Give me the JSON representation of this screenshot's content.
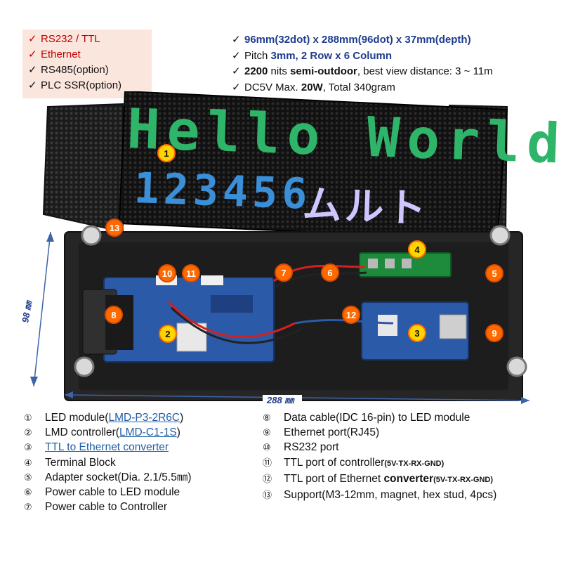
{
  "features": [
    {
      "text": "RS232 / TTL",
      "color": "#c00000"
    },
    {
      "text": "Ethernet",
      "color": "#c00000"
    },
    {
      "text": "RS485(option)",
      "color": "#111111"
    },
    {
      "text": "PLC SSR(option)",
      "color": "#111111"
    }
  ],
  "check_mark": "✓",
  "specs": {
    "line1": "96mm(32dot) x 288mm(96dot) x 37mm(depth)",
    "line2_a": "Pitch ",
    "line2_b": "3mm, 2",
    "line2_c": " Row x 6 Column",
    "line3_a": "2200",
    "line3_b": " nits ",
    "line3_c": "semi-outdoor",
    "line3_d": ", best view distance: 3 ~ 11m",
    "line4_a": "DC5V Max. ",
    "line4_b": "20W",
    "line4_c": ", Total 340gram"
  },
  "display": {
    "text_top": "Hello World",
    "text_bottom": "123456",
    "text_bottom_right": "ムルト"
  },
  "dimensions": {
    "height_label": "98 ㎜",
    "width_label": "288 ㎜"
  },
  "callouts": [
    "1",
    "2",
    "3",
    "4",
    "5",
    "6",
    "7",
    "8",
    "9",
    "10",
    "11",
    "12",
    "13"
  ],
  "legend_left": [
    {
      "num": "①",
      "text": "LED module(",
      "link": "LMD-P3-2R6C",
      "tail": ")"
    },
    {
      "num": "②",
      "text": "LMD controller(",
      "link": "LMD-C1-1S",
      "tail": ")"
    },
    {
      "num": "③",
      "text": "",
      "link": "TTL to Ethernet converter",
      "tail": ""
    },
    {
      "num": "④",
      "text": "Terminal Block",
      "link": "",
      "tail": ""
    },
    {
      "num": "⑤",
      "text": "Adapter socket(Dia. 2.1/5.5㎜)",
      "link": "",
      "tail": ""
    },
    {
      "num": "⑥",
      "text": "Power cable to LED module",
      "link": "",
      "tail": ""
    },
    {
      "num": "⑦",
      "text": "Power cable to Controller",
      "link": "",
      "tail": ""
    }
  ],
  "legend_right": [
    {
      "num": "⑧",
      "text": "Data cable(IDC 16-pin) to LED module",
      "bold": "",
      "small": ""
    },
    {
      "num": "⑨",
      "text": "Ethernet port(RJ45)",
      "bold": "",
      "small": ""
    },
    {
      "num": "⑩",
      "text": "RS232 port",
      "bold": "",
      "small": ""
    },
    {
      "num": "⑪",
      "text": "TTL port of controller",
      "bold": "",
      "small": "(5V-TX-RX-GND)"
    },
    {
      "num": "⑫",
      "text": "TTL port of Ethernet ",
      "bold": "converter",
      "small": "(5V-TX-RX-GND)"
    },
    {
      "num": "⑬",
      "text": "Support(M3-12mm, magnet, hex stud, 4pcs)",
      "bold": "",
      "small": ""
    }
  ],
  "colors": {
    "callout_fill": "#ffd400",
    "callout_ring": "#ff6a00",
    "pcb_blue": "#2a5aa8",
    "enclosure": "#232323"
  }
}
